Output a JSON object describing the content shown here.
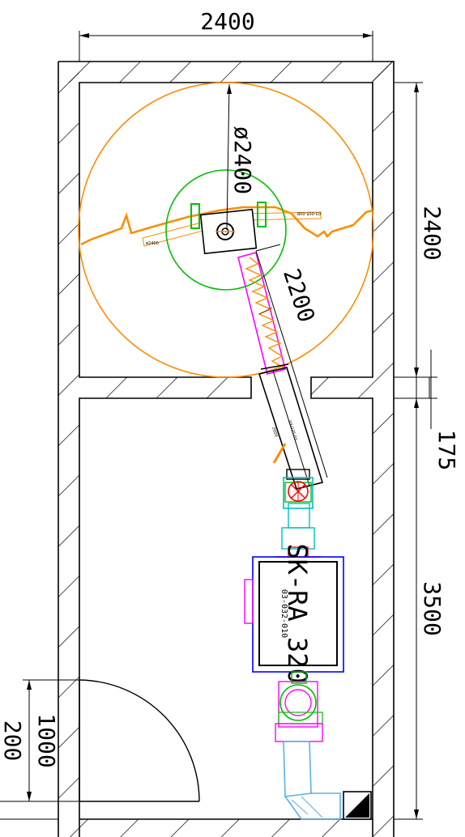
{
  "dimensions": {
    "top_width": "2400",
    "right_upper": "2400",
    "right_gap": "175",
    "right_lower": "3500",
    "left_door": "1000",
    "left_offset": "200",
    "diameter": "ø2400",
    "arm_length": "2200"
  },
  "equipment": {
    "model": "SK-RA 320",
    "code": "03-032-010"
  },
  "colors": {
    "wall": "#000000",
    "sweep_circle": "#ff8c00",
    "hub_circle": "#00c000",
    "conveyor": "#ff00ff",
    "fan_housing": "#0000ff",
    "duct": "#5ab0e6"
  },
  "icons": {
    "corner": "corner-marker-icon"
  }
}
